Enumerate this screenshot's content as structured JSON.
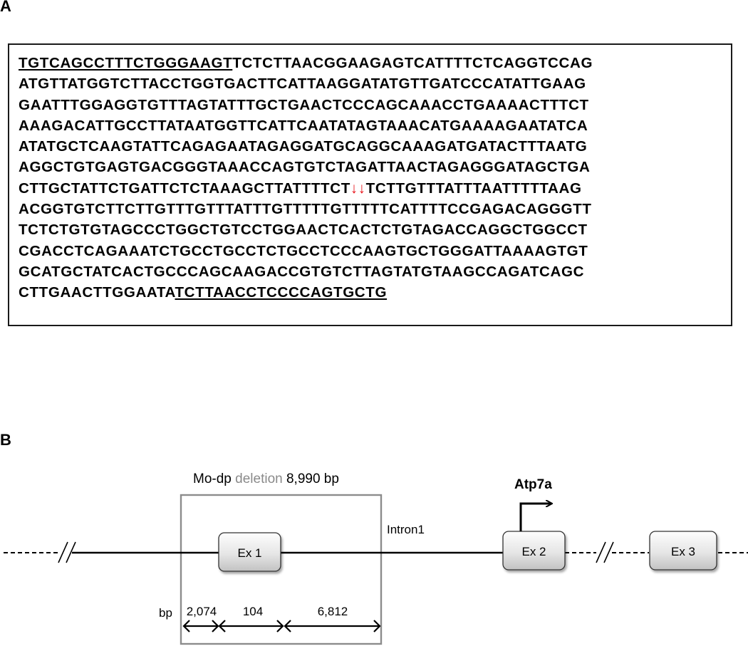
{
  "panel_a": {
    "label": "A",
    "sequence_lines": [
      {
        "parts": [
          {
            "text": "TGTCAGCCTTTCTGGGAAGT",
            "style": "underline"
          },
          {
            "text": "TCTCTTAACGGAAGAGTCATTTTCTCAGGTCCAG",
            "style": "plain"
          }
        ]
      },
      {
        "parts": [
          {
            "text": "ATGTTATGGTCTTACCTGGTGACTTCATTAAGGATATGTTGATCCCATATTGAAG",
            "style": "plain"
          }
        ]
      },
      {
        "parts": [
          {
            "text": "GAATTTGGAGGTGTTTAGTATTTGCTGAACTCCCAGCAAACCTGAAAACTTTCT",
            "style": "plain"
          }
        ]
      },
      {
        "parts": [
          {
            "text": "AAAGACATTGCCTTATAATGGTTCATTCAATATAGTAAACATGAAAAGAATATCA",
            "style": "plain"
          }
        ]
      },
      {
        "parts": [
          {
            "text": "ATATGCTCAAGTATTCAGAGAATAGAGGATGCAGGCAAAGATGATACTTTAATG",
            "style": "plain"
          }
        ]
      },
      {
        "parts": [
          {
            "text": "AGGCTGTGAGTGACGGGTAAACCAGTGTCTAGATTAACTAGAGGGATAGCTGA",
            "style": "plain"
          }
        ]
      },
      {
        "parts": [
          {
            "text": "CTTGCTATTCTGATTCTCTAAAGCTTATTTTCT",
            "style": "plain"
          },
          {
            "text": "↓↓",
            "style": "red"
          },
          {
            "text": "TCTTGTTTATTTAATTTTTAAG",
            "style": "plain"
          }
        ]
      },
      {
        "parts": [
          {
            "text": "ACGGTGTCTTCTTGTTTGTTTATTTGTTTTTGTTTTTCATTTTCCGAGACAGGGTT",
            "style": "plain"
          }
        ]
      },
      {
        "parts": [
          {
            "text": "TCTCTGTGTAGCCCTGGCTGTCCTGGAACTCACTCTGTAGACCAGGCTGGCCT",
            "style": "plain"
          }
        ]
      },
      {
        "parts": [
          {
            "text": "CGACCTCAGAAATCTGCCTGCCTCTGCCTCCCAAGTGCTGGGATTAAAAGTGT",
            "style": "plain"
          }
        ]
      },
      {
        "parts": [
          {
            "text": "GCATGCTATCACTGCCCAGCAAGACCGTGTCTTAGTATGTAAGCCAGATCAGC",
            "style": "plain"
          }
        ]
      },
      {
        "parts": [
          {
            "text": "CTTGAACTTGGAATA",
            "style": "plain"
          },
          {
            "text": "TCTTAACCTCCCCAGTGCTG",
            "style": "underline"
          }
        ]
      }
    ]
  },
  "panel_b": {
    "label": "B",
    "deletion_title_prefix": "Mo-dp ",
    "deletion_title_word": "deletion",
    "deletion_title_suffix": " 8,990 bp",
    "gene_label": "Atp7a",
    "intron_label": "Intron1",
    "exons": [
      "Ex 1",
      "Ex 2",
      "Ex 3"
    ],
    "bp_unit_label": "bp",
    "segment_lengths": [
      "2,074",
      "104",
      "6,812"
    ],
    "colors": {
      "deletion_word": "#8a8a8a",
      "box_border": "#8c8c8c",
      "arrow_red": "#e8141b"
    }
  }
}
